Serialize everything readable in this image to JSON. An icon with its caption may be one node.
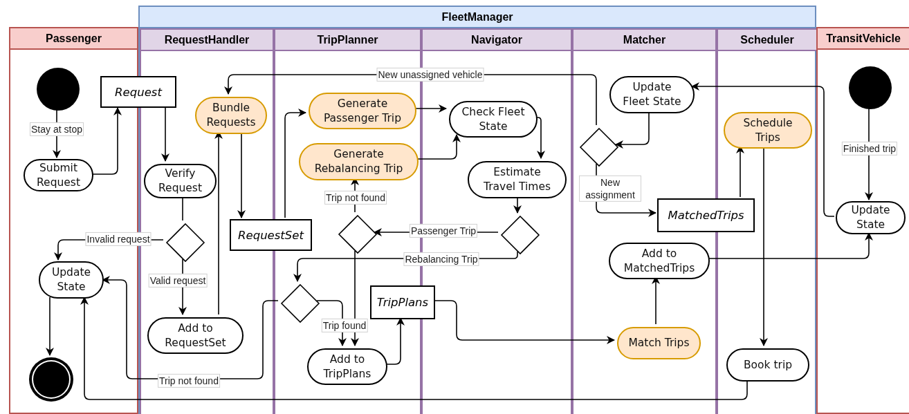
{
  "diagram": {
    "nodes": [
      {
        "text": [
          "Passenger"
        ]
      },
      {
        "text": [
          "FleetManager"
        ]
      },
      {
        "text": [
          "RequestHandler"
        ],
        "in": 1
      },
      {
        "text": [
          "TripPlanner"
        ],
        "in": 1
      },
      {
        "text": [
          "Navigator"
        ],
        "in": 1
      },
      {
        "text": [
          "Matcher"
        ],
        "in": 1
      },
      {
        "text": [
          "Scheduler"
        ],
        "in": 1
      },
      {
        "text": [
          "TransitVehicle"
        ]
      },
      {
        "text": [],
        "shape": "circle",
        "in": 0
      },
      {
        "text": [
          "Submit Request"
        ],
        "in": 0
      },
      {
        "text": [
          "Request"
        ]
      },
      {
        "text": [
          "Bundle Requests"
        ],
        "in": 2
      },
      {
        "text": [
          "Verify Request"
        ],
        "in": 2
      },
      {
        "text": [],
        "shape": "diamond",
        "in": 2
      },
      {
        "text": [
          "RequestSet"
        ],
        "in": 1
      },
      {
        "text": [
          "Update State"
        ],
        "in": 0
      },
      {
        "text": [
          "Add to RequestSet"
        ],
        "in": 2
      },
      {
        "text": [],
        "shape": "circle",
        "in": 0
      },
      {
        "text": [
          "Generate Passenger Trip"
        ],
        "in": 3
      },
      {
        "text": [
          "Generate Rebalancing Trip"
        ],
        "in": 3
      },
      {
        "text": [],
        "shape": "diamond",
        "in": 3
      },
      {
        "text": [],
        "shape": "diamond",
        "in": 3
      },
      {
        "text": [
          "Add to TripPlans"
        ],
        "in": 3
      },
      {
        "text": [
          "TripPlans"
        ],
        "in": 1
      },
      {
        "text": [
          "Check Fleet State"
        ],
        "in": 4
      },
      {
        "text": [
          "Estimate Travel Times"
        ],
        "in": 4
      },
      {
        "text": [],
        "shape": "diamond",
        "in": 4
      },
      {
        "text": [
          "Update Fleet State"
        ],
        "in": 5
      },
      {
        "text": [],
        "shape": "diamond",
        "in": 5
      },
      {
        "text": [
          "MatchedTrips"
        ],
        "in": 1
      },
      {
        "text": [
          "Add to MatchedTrips"
        ],
        "in": 5
      },
      {
        "text": [
          "Match Trips"
        ],
        "in": 5
      },
      {
        "text": [
          "Schedule Trips"
        ],
        "in": 6
      },
      {
        "text": [
          "Book trip"
        ],
        "in": 6
      },
      {
        "text": [],
        "shape": "circle",
        "in": 7
      },
      {
        "text": [
          "Update State"
        ],
        "in": 7
      }
    ],
    "edges": [
      {
        "from": 8,
        "to": 9,
        "arrow": "to",
        "label": "Stay at stop"
      },
      {
        "from": 9,
        "to": 10,
        "arrow": "to"
      },
      {
        "from": 10,
        "to": 12,
        "arrow": "to"
      },
      {
        "from": 12,
        "to": 13,
        "arrow": "none"
      },
      {
        "from": 13,
        "to": 15,
        "arrow": "to",
        "label": "Invalid request"
      },
      {
        "from": 13,
        "to": 16,
        "arrow": "to",
        "label": "Valid request"
      },
      {
        "from": 16,
        "to": 11,
        "arrow": "to"
      },
      {
        "from": 11,
        "to": 14,
        "arrow": "to"
      },
      {
        "from": 14,
        "to": 18,
        "arrow": "to"
      },
      {
        "from": 18,
        "to": 24,
        "arrow": "to"
      },
      {
        "from": 19,
        "to": 24,
        "arrow": "to"
      },
      {
        "from": 24,
        "to": 25,
        "arrow": "to"
      },
      {
        "from": 25,
        "to": 26,
        "arrow": "to"
      },
      {
        "from": 26,
        "to": 20,
        "arrow": "to",
        "label": "Passenger Trip"
      },
      {
        "from": 26,
        "to": 21,
        "arrow": "to",
        "label": "Rebalancing Trip"
      },
      {
        "from": 20,
        "to": 19,
        "arrow": "to",
        "label": "Trip not found"
      },
      {
        "from": 20,
        "to": 22,
        "arrow": "to"
      },
      {
        "from": 21,
        "to": 22,
        "arrow": "to",
        "label": "Trip found"
      },
      {
        "from": 21,
        "to": 15,
        "arrow": "to",
        "label": "Trip not found"
      },
      {
        "from": 22,
        "to": 23,
        "arrow": "to"
      },
      {
        "from": 23,
        "to": 31,
        "arrow": "to"
      },
      {
        "from": 31,
        "to": 30,
        "arrow": "to"
      },
      {
        "from": 30,
        "to": 35,
        "arrow": "to"
      },
      {
        "from": 32,
        "to": 33,
        "arrow": "to"
      },
      {
        "from": 29,
        "to": 32,
        "arrow": "to"
      },
      {
        "from": 28,
        "to": 29,
        "arrow": "to",
        "label": "New assignment"
      },
      {
        "from": 27,
        "to": 28,
        "arrow": "to"
      },
      {
        "from": 35,
        "to": 27,
        "arrow": "to"
      },
      {
        "from": 34,
        "to": 35,
        "arrow": "to",
        "label": "Finished trip"
      },
      {
        "from": 28,
        "to": 11,
        "arrow": "to",
        "label": "New unassigned vehicle"
      },
      {
        "from": 33,
        "to": 15,
        "arrow": "to"
      },
      {
        "from": 15,
        "to": 17,
        "arrow": "to"
      }
    ]
  }
}
